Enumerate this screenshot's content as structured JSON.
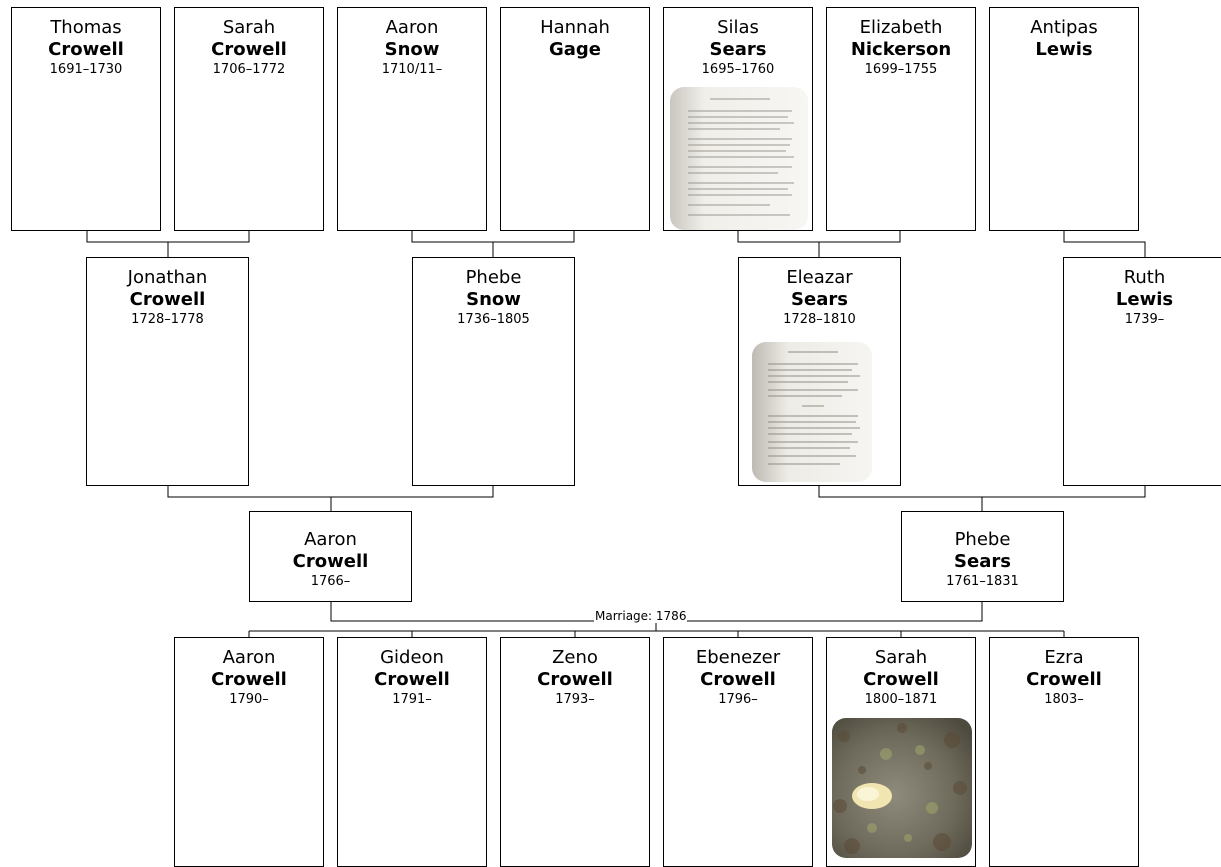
{
  "people": {
    "thomas_crowell": {
      "given": "Thomas",
      "surname": "Crowell",
      "dates": "1691–1730"
    },
    "sarah_crowell_g": {
      "given": "Sarah",
      "surname": "Crowell",
      "dates": "1706–1772"
    },
    "aaron_snow": {
      "given": "Aaron",
      "surname": "Snow",
      "dates": "1710/11–"
    },
    "hannah_gage": {
      "given": "Hannah",
      "surname": "Gage",
      "dates": ""
    },
    "silas_sears": {
      "given": "Silas",
      "surname": "Sears",
      "dates": "1695–1760"
    },
    "elizabeth_nick": {
      "given": "Elizabeth",
      "surname": "Nickerson",
      "dates": "1699–1755"
    },
    "antipas_lewis": {
      "given": "Antipas",
      "surname": "Lewis",
      "dates": ""
    },
    "jonathan_crowell": {
      "given": "Jonathan",
      "surname": "Crowell",
      "dates": "1728–1778"
    },
    "phebe_snow": {
      "given": "Phebe",
      "surname": "Snow",
      "dates": "1736–1805"
    },
    "eleazar_sears": {
      "given": "Eleazar",
      "surname": "Sears",
      "dates": "1728–1810"
    },
    "ruth_lewis": {
      "given": "Ruth",
      "surname": "Lewis",
      "dates": "1739–"
    },
    "aaron_crowell": {
      "given": "Aaron",
      "surname": "Crowell",
      "dates": "1766–"
    },
    "phebe_sears": {
      "given": "Phebe",
      "surname": "Sears",
      "dates": "1761–1831"
    },
    "child_aaron": {
      "given": "Aaron",
      "surname": "Crowell",
      "dates": "1790–"
    },
    "child_gideon": {
      "given": "Gideon",
      "surname": "Crowell",
      "dates": "1791–"
    },
    "child_zeno": {
      "given": "Zeno",
      "surname": "Crowell",
      "dates": "1793–"
    },
    "child_ebenezer": {
      "given": "Ebenezer",
      "surname": "Crowell",
      "dates": "1796–"
    },
    "child_sarah": {
      "given": "Sarah",
      "surname": "Crowell",
      "dates": "1800–1871"
    },
    "child_ezra": {
      "given": "Ezra",
      "surname": "Crowell",
      "dates": "1803–"
    }
  },
  "marriage_label": "Marriage: 1786"
}
